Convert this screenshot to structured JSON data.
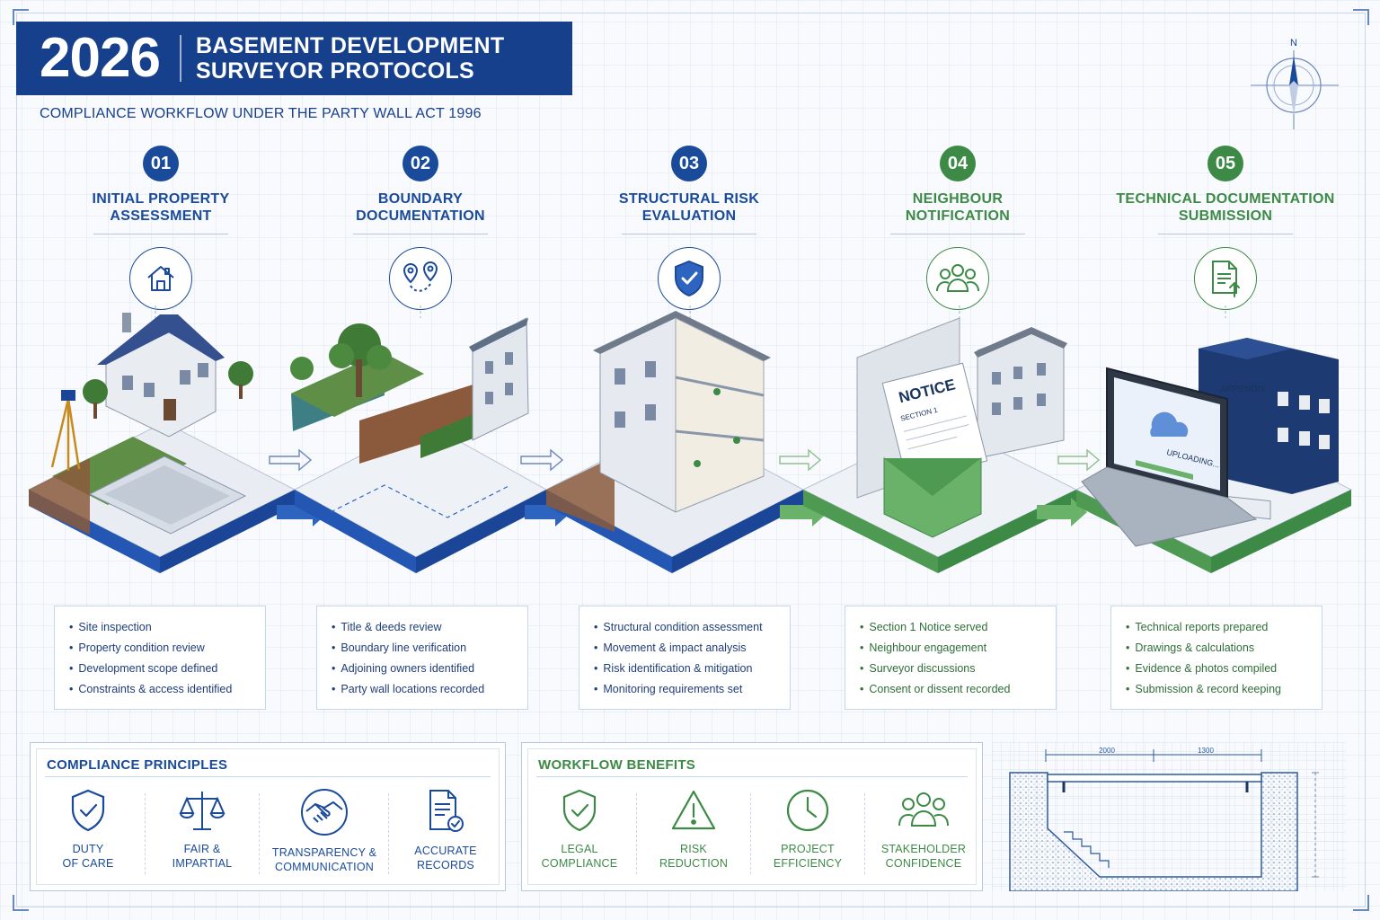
{
  "header": {
    "year": "2026",
    "title_line1": "BASEMENT DEVELOPMENT",
    "title_line2": "SURVEYOR PROTOCOLS",
    "subtitle": "COMPLIANCE WORKFLOW UNDER THE PARTY WALL ACT 1996"
  },
  "compass": {
    "label": "N"
  },
  "steps": [
    {
      "num": "01",
      "title_line1": "INITIAL PROPERTY",
      "title_line2": "ASSESSMENT",
      "icon": "house-icon",
      "bullets": [
        "Site inspection",
        "Property condition review",
        "Development scope defined",
        "Constraints & access identified"
      ]
    },
    {
      "num": "02",
      "title_line1": "BOUNDARY",
      "title_line2": "DOCUMENTATION",
      "icon": "map-pins-icon",
      "bullets": [
        "Title & deeds review",
        "Boundary line verification",
        "Adjoining owners identified",
        "Party wall locations recorded"
      ]
    },
    {
      "num": "03",
      "title_line1": "STRUCTURAL RISK",
      "title_line2": "EVALUATION",
      "icon": "shield-check-icon",
      "bullets": [
        "Structural condition assessment",
        "Movement & impact analysis",
        "Risk identification & mitigation",
        "Monitoring requirements set"
      ]
    },
    {
      "num": "04",
      "title_line1": "NEIGHBOUR",
      "title_line2": "NOTIFICATION",
      "icon": "people-group-icon",
      "bullets": [
        "Section 1 Notice served",
        "Neighbour engagement",
        "Surveyor discussions",
        "Consent or dissent recorded"
      ]
    },
    {
      "num": "05",
      "title_line1": "TECHNICAL DOCUMENTATION",
      "title_line2": "SUBMISSION",
      "icon": "document-upload-icon",
      "bullets": [
        "Technical reports prepared",
        "Drawings & calculations",
        "Evidence & photos compiled",
        "Submission & record keeping"
      ]
    }
  ],
  "illustrations": {
    "notice_title": "NOTICE",
    "notice_section": "SECTION 1",
    "laptop_status": "UPLOADING...",
    "binder_label": "APPENDIX"
  },
  "principles": {
    "title": "COMPLIANCE PRINCIPLES",
    "items": [
      {
        "line1": "DUTY",
        "line2": "OF CARE",
        "icon": "shield-check-icon"
      },
      {
        "line1": "FAIR &",
        "line2": "IMPARTIAL",
        "icon": "scales-icon"
      },
      {
        "line1": "TRANSPARENCY &",
        "line2": "COMMUNICATION",
        "icon": "handshake-icon"
      },
      {
        "line1": "ACCURATE",
        "line2": "RECORDS",
        "icon": "document-check-icon"
      }
    ]
  },
  "benefits": {
    "title": "WORKFLOW BENEFITS",
    "items": [
      {
        "line1": "LEGAL",
        "line2": "COMPLIANCE",
        "icon": "shield-check-icon"
      },
      {
        "line1": "RISK",
        "line2": "REDUCTION",
        "icon": "warning-icon"
      },
      {
        "line1": "PROJECT",
        "line2": "EFFICIENCY",
        "icon": "clock-icon"
      },
      {
        "line1": "STAKEHOLDER",
        "line2": "CONFIDENCE",
        "icon": "people-group-icon"
      }
    ]
  },
  "drawing": {
    "dim1": "2000",
    "dim2": "1300"
  },
  "colors": {
    "primary_blue": "#163f8c",
    "accent_blue": "#1a4a9a",
    "accent_green": "#3d8a46"
  }
}
